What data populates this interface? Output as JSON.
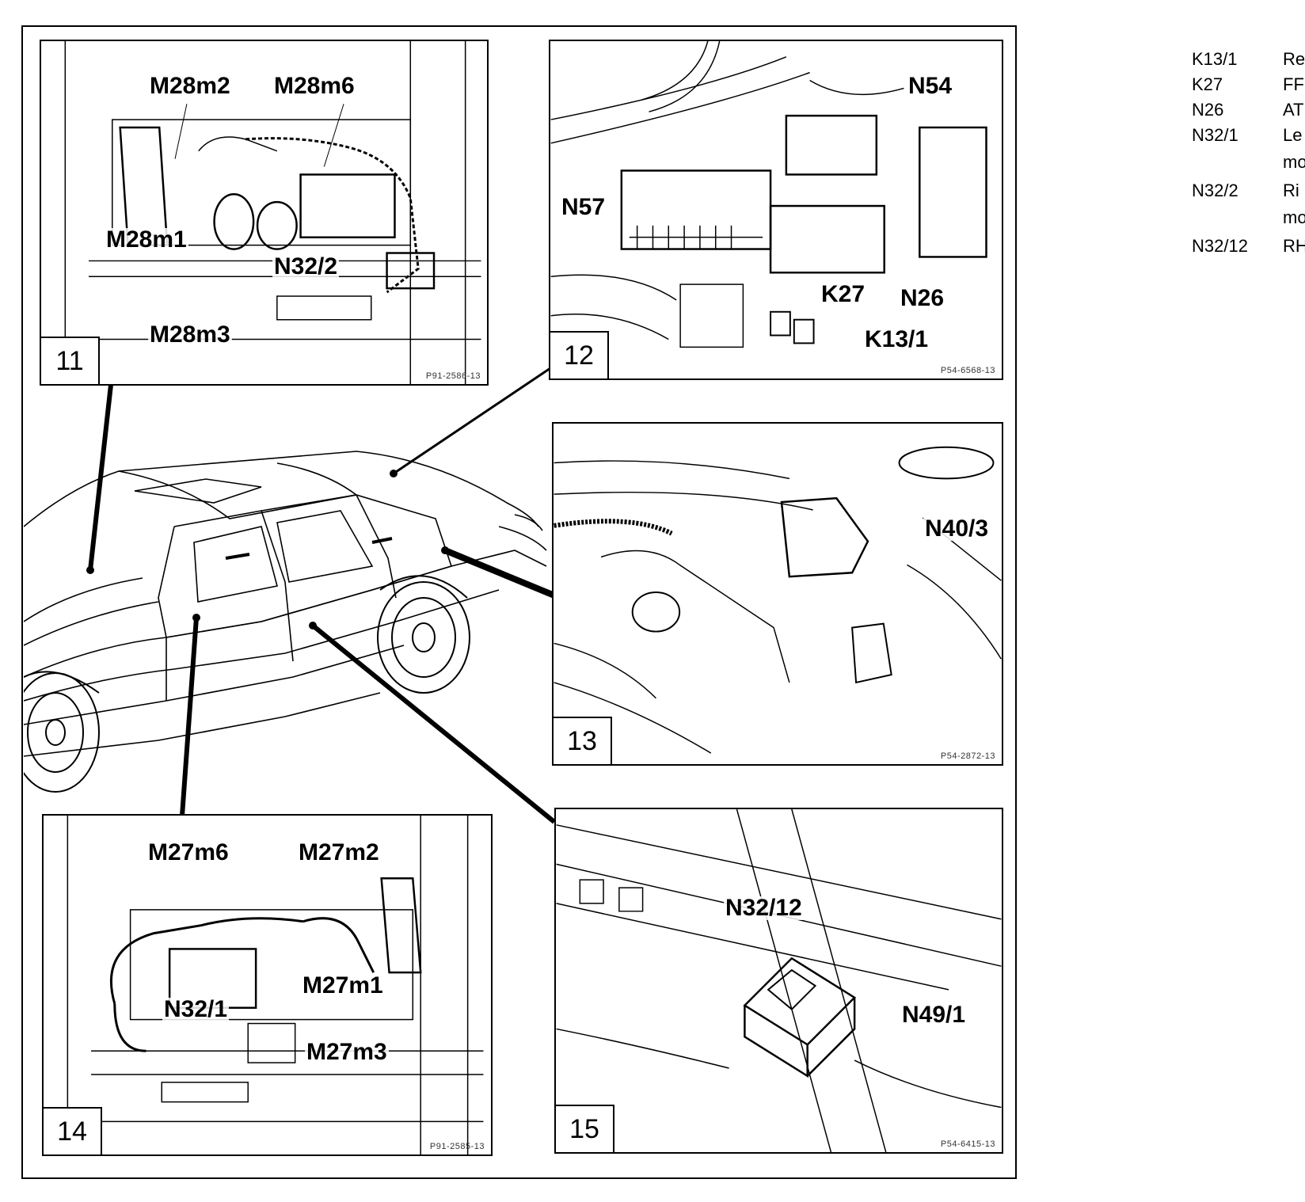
{
  "panels": {
    "p11": {
      "number": "11",
      "code": "P91-2586-13",
      "labels": [
        "M28m2",
        "M28m6",
        "M28m1",
        "N32/2",
        "M28m3"
      ]
    },
    "p12": {
      "number": "12",
      "code": "P54-6568-13",
      "labels": [
        "N54",
        "N57",
        "K27",
        "N26",
        "K13/1"
      ]
    },
    "p13": {
      "number": "13",
      "code": "P54-2872-13",
      "labels": [
        "N40/3"
      ]
    },
    "p14": {
      "number": "14",
      "code": "P91-2585-13",
      "labels": [
        "M27m6",
        "M27m2",
        "N32/1",
        "M27m1",
        "M27m3"
      ]
    },
    "p15": {
      "number": "15",
      "code": "P54-6415-13",
      "labels": [
        "N32/12",
        "N49/1"
      ]
    }
  },
  "legend": [
    {
      "code": "K13/1",
      "desc": "Re"
    },
    {
      "code": "K27",
      "desc": "FF"
    },
    {
      "code": "N26",
      "desc": "AT"
    },
    {
      "code": "N32/1",
      "desc": "Le",
      "desc2": "mo"
    },
    {
      "code": "N32/2",
      "desc": "Ri",
      "desc2": "mo"
    },
    {
      "code": "N32/12",
      "desc": "RH"
    }
  ]
}
